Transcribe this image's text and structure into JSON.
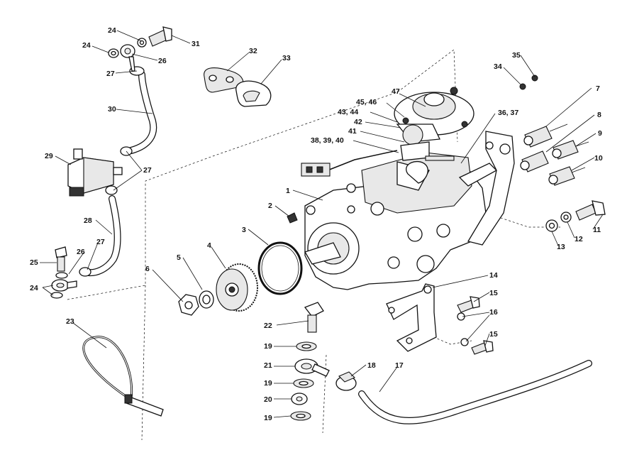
{
  "diagram": {
    "callouts": [
      {
        "id": "1",
        "text": "1"
      },
      {
        "id": "2",
        "text": "2"
      },
      {
        "id": "3",
        "text": "3"
      },
      {
        "id": "4",
        "text": "4"
      },
      {
        "id": "5",
        "text": "5"
      },
      {
        "id": "6",
        "text": "6"
      },
      {
        "id": "7",
        "text": "7"
      },
      {
        "id": "8",
        "text": "8"
      },
      {
        "id": "9",
        "text": "9"
      },
      {
        "id": "10",
        "text": "10"
      },
      {
        "id": "11",
        "text": "11"
      },
      {
        "id": "12",
        "text": "12"
      },
      {
        "id": "13",
        "text": "13"
      },
      {
        "id": "14",
        "text": "14"
      },
      {
        "id": "15a",
        "text": "15"
      },
      {
        "id": "15b",
        "text": "15"
      },
      {
        "id": "16",
        "text": "16"
      },
      {
        "id": "17",
        "text": "17"
      },
      {
        "id": "18",
        "text": "18"
      },
      {
        "id": "19a",
        "text": "19"
      },
      {
        "id": "19b",
        "text": "19"
      },
      {
        "id": "19c",
        "text": "19"
      },
      {
        "id": "20",
        "text": "20"
      },
      {
        "id": "21",
        "text": "21"
      },
      {
        "id": "22",
        "text": "22"
      },
      {
        "id": "23",
        "text": "23"
      },
      {
        "id": "24a",
        "text": "24"
      },
      {
        "id": "24b",
        "text": "24"
      },
      {
        "id": "24c",
        "text": "24"
      },
      {
        "id": "25",
        "text": "25"
      },
      {
        "id": "26a",
        "text": "26"
      },
      {
        "id": "26b",
        "text": "26"
      },
      {
        "id": "27a",
        "text": "27"
      },
      {
        "id": "27b",
        "text": "27"
      },
      {
        "id": "27c",
        "text": "27"
      },
      {
        "id": "28",
        "text": "28"
      },
      {
        "id": "29",
        "text": "29"
      },
      {
        "id": "30",
        "text": "30"
      },
      {
        "id": "31",
        "text": "31"
      },
      {
        "id": "32",
        "text": "32"
      },
      {
        "id": "33",
        "text": "33"
      },
      {
        "id": "34",
        "text": "34"
      },
      {
        "id": "35",
        "text": "35"
      },
      {
        "id": "36_37",
        "text": "36, 37"
      },
      {
        "id": "38_39_40",
        "text": "38, 39, 40"
      },
      {
        "id": "41",
        "text": "41"
      },
      {
        "id": "42",
        "text": "42"
      },
      {
        "id": "43_44",
        "text": "43, 44"
      },
      {
        "id": "45_46",
        "text": "45, 46"
      },
      {
        "id": "47",
        "text": "47"
      }
    ]
  }
}
